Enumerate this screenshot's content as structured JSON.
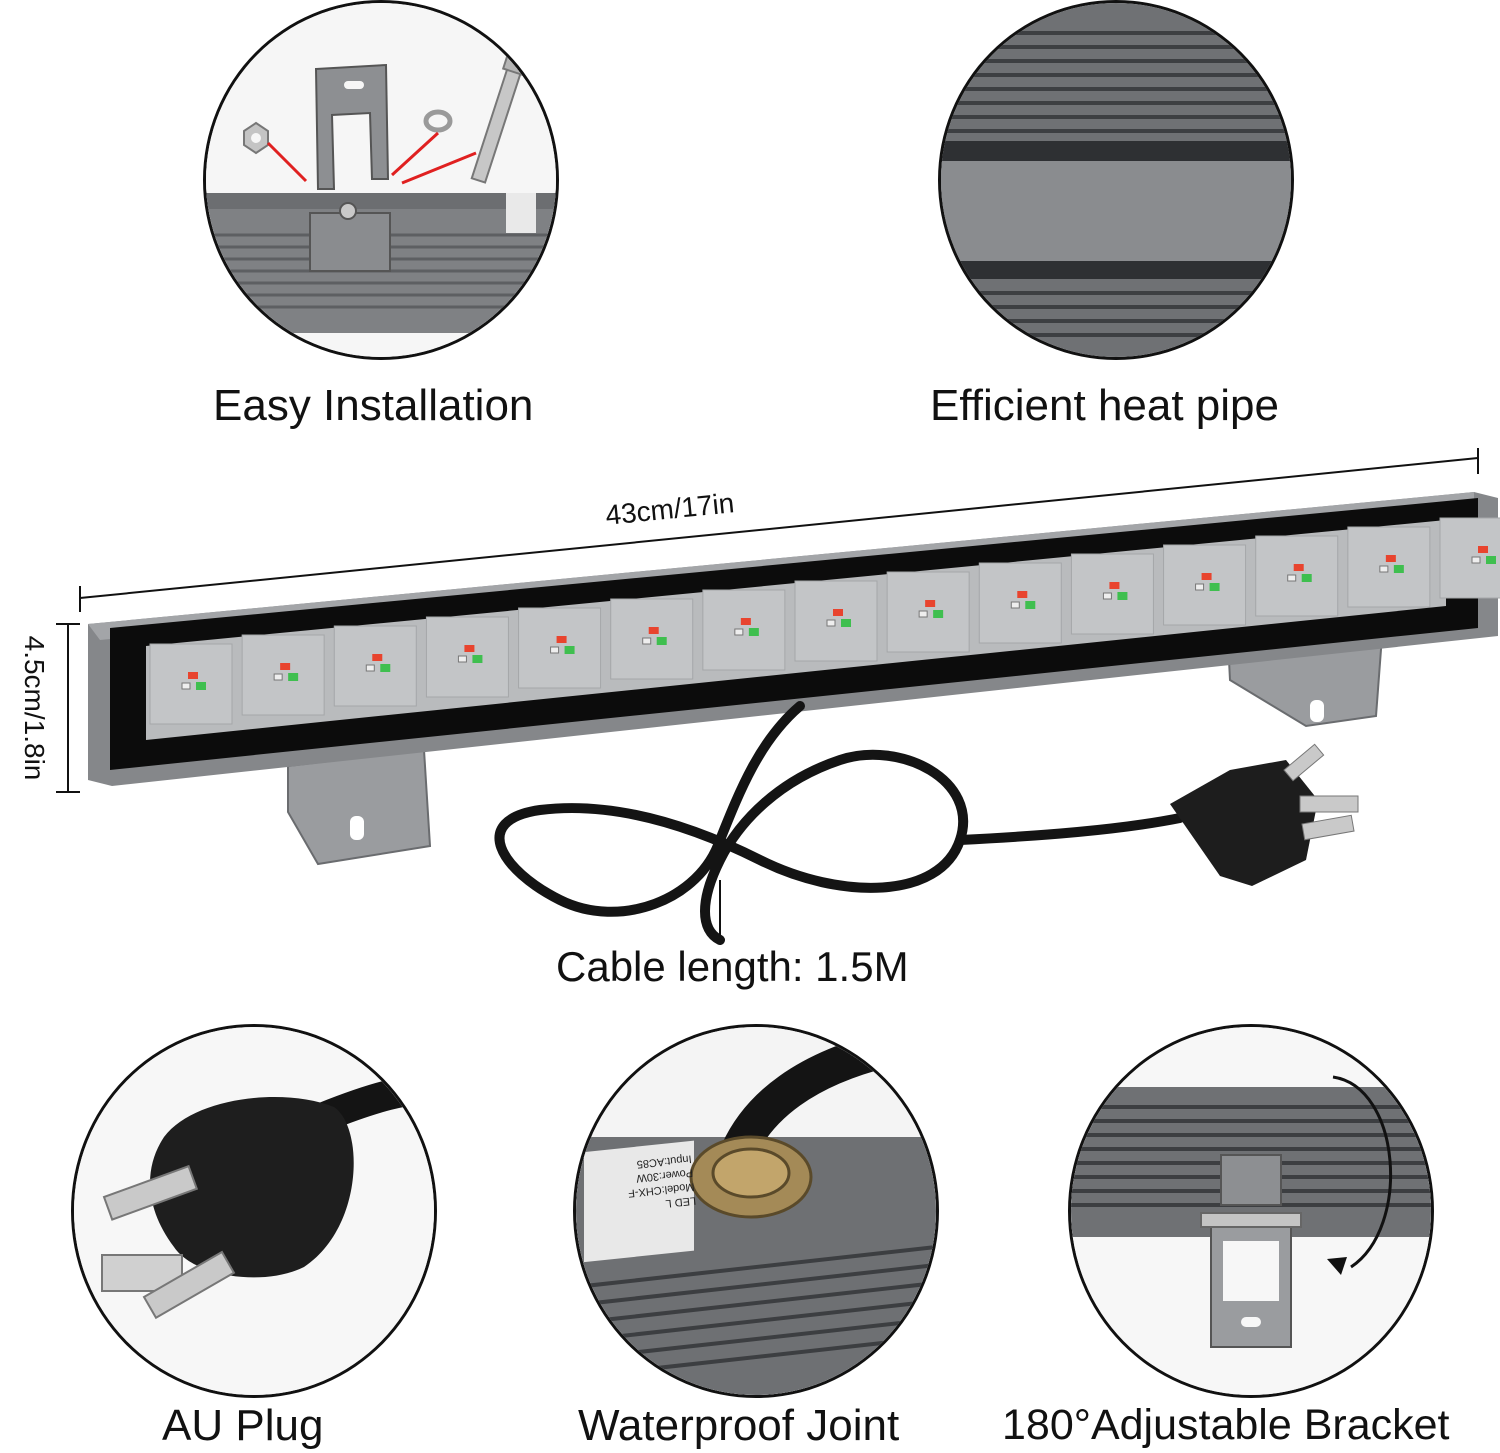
{
  "features": {
    "easy_installation": "Easy Installation",
    "heat_pipe": "Efficient heat pipe",
    "au_plug": "AU Plug",
    "waterproof_joint": "Waterproof Joint",
    "adjustable_bracket": "180°Adjustable Bracket"
  },
  "dimensions": {
    "length": "43cm/17in",
    "height": "4.5cm/1.8in",
    "cable": "Cable length: 1.5M"
  },
  "joint_label": {
    "line1": "LED L",
    "line2": "Model:CHX-F",
    "line3": "Power:30W",
    "line4": "Input:AC85"
  },
  "colors": {
    "housing": "#8a8c8f",
    "lens": "#b9bbbd",
    "frame": "#0c0c0c",
    "led_red": "#e8442e",
    "led_green": "#3fbf4f",
    "cable": "#141414"
  }
}
